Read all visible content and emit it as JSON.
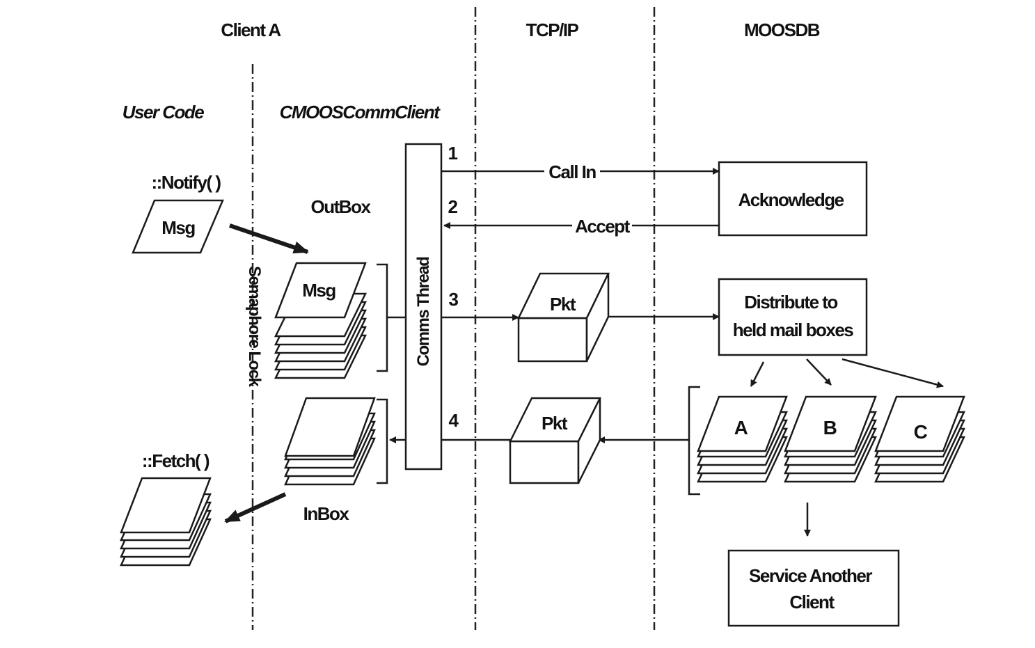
{
  "sections": {
    "client_a": "Client A",
    "tcpip": "TCP/IP",
    "moosdb": "MOOSDB",
    "user_code": "User Code",
    "comm_client": "CMOOSCommClient"
  },
  "labels": {
    "notify": "::Notify( )",
    "fetch": "::Fetch( )",
    "outbox": "OutBox",
    "inbox": "InBox",
    "semaphore": "Semaphore Lock",
    "comms_thread": "Comms Thread",
    "msg": "Msg",
    "pkt": "Pkt"
  },
  "steps": {
    "s1": "1",
    "s2": "2",
    "s3": "3",
    "s4": "4"
  },
  "messages": {
    "call_in": "Call In",
    "accept": "Accept"
  },
  "boxes": {
    "acknowledge": "Acknowledge",
    "distribute_1": "Distribute to",
    "distribute_2": "held mail boxes",
    "service_1": "Service Another",
    "service_2": "Client"
  },
  "mailboxes": {
    "a": "A",
    "b": "B",
    "c": "C"
  }
}
